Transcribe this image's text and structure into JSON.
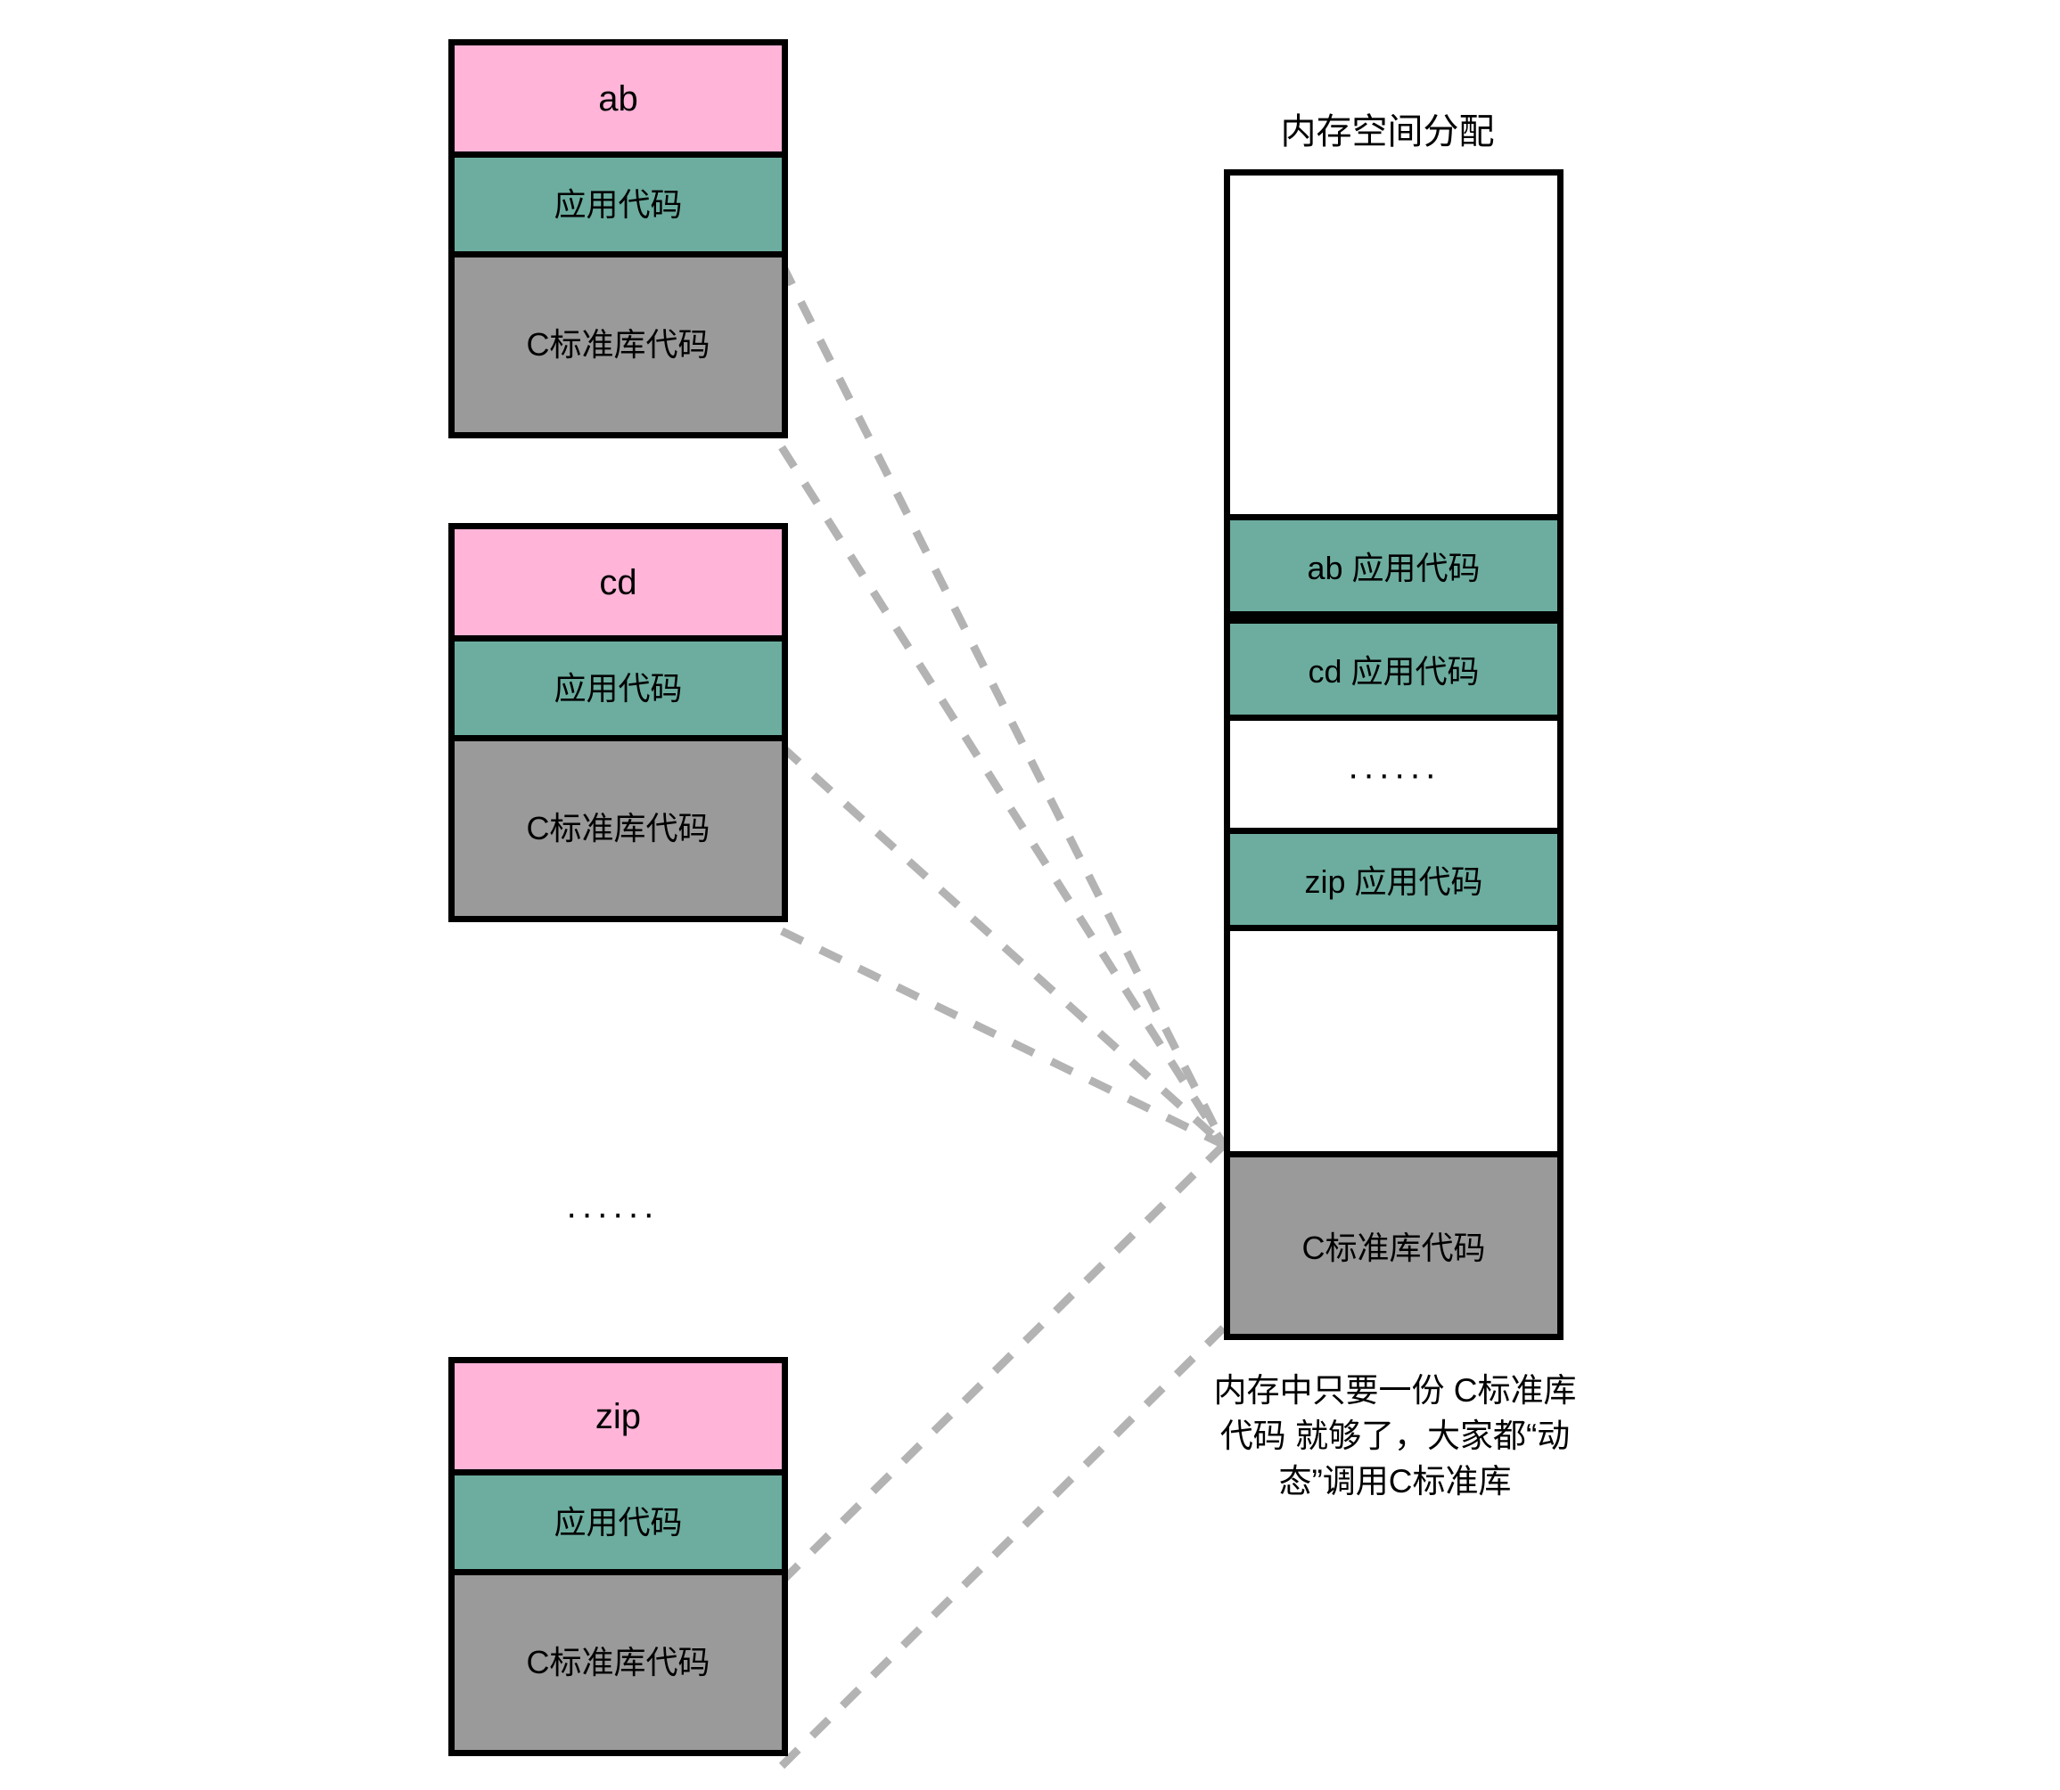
{
  "diagram": {
    "type": "memory-layout-dynamic-linking",
    "accent_colors": {
      "program_name": "#ffb4d8",
      "app_code": "#6cad9f",
      "c_library": "#9a9a9a",
      "connector": "#b3b3b3",
      "border": "#000000",
      "background": "#ffffff"
    }
  },
  "programs": [
    {
      "name_label": "ab",
      "app_label": "应用代码",
      "lib_label": "C标准库代码"
    },
    {
      "name_label": "cd",
      "app_label": "应用代码",
      "lib_label": "C标准库代码"
    },
    {
      "name_label": "zip",
      "app_label": "应用代码",
      "lib_label": "C标准库代码"
    }
  ],
  "programs_ellipsis": "······",
  "memory": {
    "title": "内存空间分配",
    "rows": [
      {
        "label": "",
        "kind": "free"
      },
      {
        "label": "ab 应用代码",
        "kind": "app"
      },
      {
        "label": "cd 应用代码",
        "kind": "app"
      },
      {
        "label": "······",
        "kind": "free-ellipsis"
      },
      {
        "label": "zip 应用代码",
        "kind": "app"
      },
      {
        "label": "",
        "kind": "free"
      },
      {
        "label": "C标准库代码",
        "kind": "lib"
      }
    ],
    "caption": "内存中只要一份 C标准库代码 就够了，大家都“动态”调用C标准库"
  }
}
